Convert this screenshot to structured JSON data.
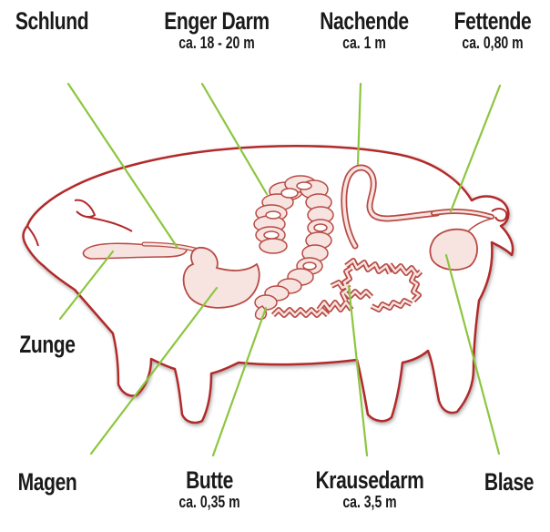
{
  "labels": {
    "schlund": {
      "name": "Schlund"
    },
    "enger_darm": {
      "name": "Enger Darm",
      "sub": "ca. 18 - 20 m"
    },
    "nachende": {
      "name": "Nachende",
      "sub": "ca. 1 m"
    },
    "fettende": {
      "name": "Fettende",
      "sub": "ca. 0,80 m"
    },
    "zunge": {
      "name": "Zunge"
    },
    "magen": {
      "name": "Magen"
    },
    "butte": {
      "name": "Butte",
      "sub": "ca. 0,35 m"
    },
    "krausedarm": {
      "name": "Krausedarm",
      "sub": "ca. 3,5 m"
    },
    "blase": {
      "name": "Blase"
    }
  },
  "colors": {
    "outline": "#b22a2a",
    "organ_fill": "#f7e4e1",
    "organ_stroke": "#b84a44",
    "leader": "#8cc63f",
    "text": "#1a1a1a"
  }
}
